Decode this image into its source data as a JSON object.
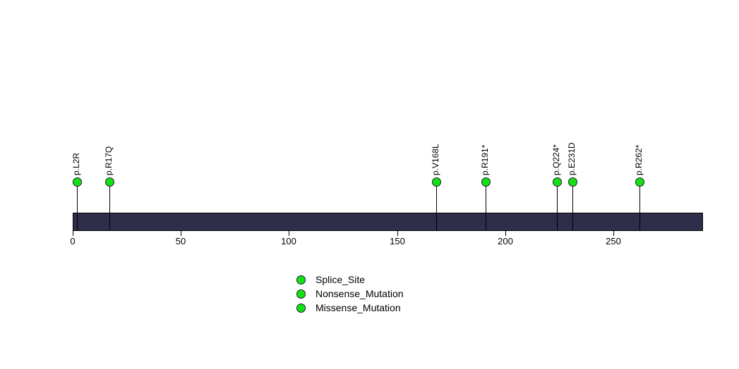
{
  "chart_data": {
    "type": "lollipop",
    "title": "",
    "xlabel": "",
    "ylabel": "",
    "xlim": [
      0,
      291
    ],
    "grid": false,
    "protein": {
      "length": 291,
      "bar_color": "#2e2d4a",
      "border_color": "#000000"
    },
    "axis": {
      "ticks": [
        0,
        50,
        100,
        150,
        200,
        250
      ],
      "tick_labels": [
        "0",
        "50",
        "100",
        "150",
        "200",
        "250"
      ]
    },
    "marker_color": "#14e114",
    "marker_border_color": "#1a1a2e",
    "mutations": [
      {
        "label": "p.L2R",
        "position": 2,
        "count": 1,
        "type": "Missense_Mutation"
      },
      {
        "label": "p.R17Q",
        "position": 17,
        "count": 1,
        "type": "Missense_Mutation"
      },
      {
        "label": "p.V168L",
        "position": 168,
        "count": 1,
        "type": "Missense_Mutation"
      },
      {
        "label": "p.R191*",
        "position": 191,
        "count": 1,
        "type": "Nonsense_Mutation"
      },
      {
        "label": "p.Q224*",
        "position": 224,
        "count": 1,
        "type": "Nonsense_Mutation"
      },
      {
        "label": "p.E231D",
        "position": 231,
        "count": 1,
        "type": "Missense_Mutation"
      },
      {
        "label": "p.R262*",
        "position": 262,
        "count": 1,
        "type": "Nonsense_Mutation"
      }
    ],
    "legend": {
      "position": "bottom-center",
      "entries": [
        {
          "label": "Splice_Site",
          "color": "#14e114"
        },
        {
          "label": "Nonsense_Mutation",
          "color": "#14e114"
        },
        {
          "label": "Missense_Mutation",
          "color": "#14e114"
        }
      ]
    }
  }
}
